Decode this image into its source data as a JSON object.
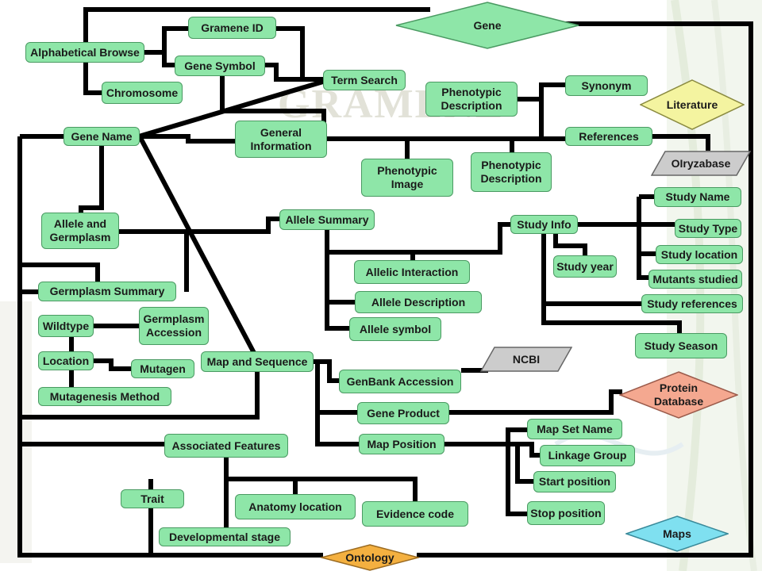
{
  "nodes": {
    "gramene_id": "Gramene ID",
    "alphabetical_browse": "Alphabetical Browse",
    "gene_symbol": "Gene Symbol",
    "chromosome": "Chromosome",
    "term_search": "Term Search",
    "phenotypic_description_top": "Phenotypic\nDescription",
    "synonym": "Synonym",
    "gene_name": "Gene Name",
    "general_information": "General\nInformation",
    "references": "References",
    "phenotypic_image": "Phenotypic\nImage",
    "phenotypic_description_mid": "Phenotypic\nDescription",
    "study_name": "Study Name",
    "allele_and_germplasm": "Allele and\nGermplasm",
    "allele_summary": "Allele Summary",
    "study_info": "Study Info",
    "study_type": "Study Type",
    "study_location": "Study location",
    "study_year": "Study year",
    "allelic_interaction": "Allelic Interaction",
    "mutants_studied": "Mutants studied",
    "germplasm_summary": "Germplasm Summary",
    "allele_description": "Allele Description",
    "study_references": "Study references",
    "wildtype": "Wildtype",
    "germplasm_accession": "Germplasm\nAccession",
    "allele_symbol": "Allele symbol",
    "study_season": "Study Season",
    "location": "Location",
    "mutagen": "Mutagen",
    "map_and_sequence": "Map and Sequence",
    "genbank_accession": "GenBank Accession",
    "mutagenesis_method": "Mutagenesis Method",
    "gene_product": "Gene Product",
    "map_set_name": "Map Set Name",
    "associated_features": "Associated Features",
    "map_position": "Map Position",
    "linkage_group": "Linkage Group",
    "start_position": "Start position",
    "trait": "Trait",
    "anatomy_location": "Anatomy location",
    "evidence_code": "Evidence code",
    "stop_position": "Stop position",
    "developmental_stage": "Developmental stage"
  },
  "databases": {
    "gene": "Gene",
    "literature": "Literature",
    "oryzabase": "OIryzabase",
    "ncbi": "NCBI",
    "protein_database": "Protein\nDatabase",
    "maps": "Maps",
    "ontology": "Ontology"
  },
  "watermark": "GRAMENE",
  "colors": {
    "node_fill": "#8ee6a8",
    "gene_fill": "#8ee6a8",
    "literature_fill": "#f4f4a0",
    "oryzabase_fill": "#cccccc",
    "ncbi_fill": "#cccccc",
    "protein_fill": "#f4a890",
    "maps_fill": "#7fe0f0",
    "ontology_fill": "#f4b040",
    "line": "#000000"
  }
}
